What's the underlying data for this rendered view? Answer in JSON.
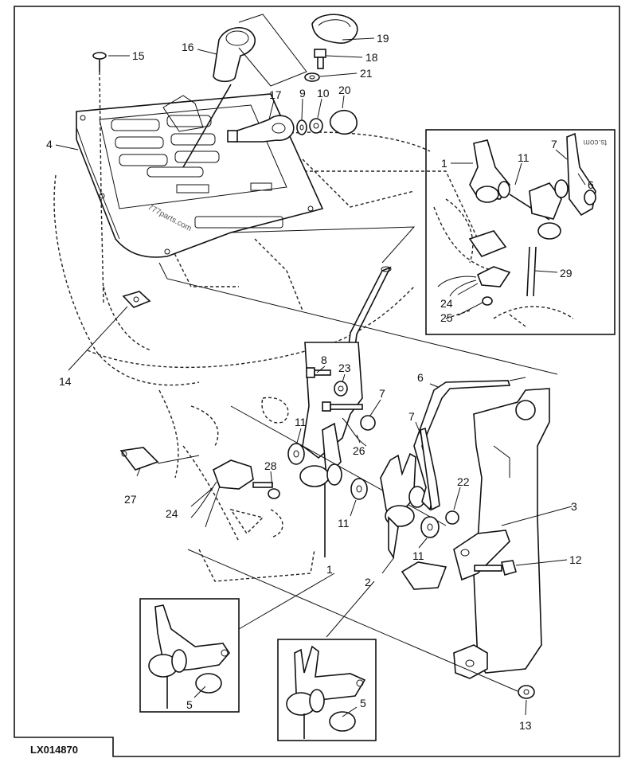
{
  "figure_id": "LX014870",
  "watermarks": [
    "777parts.com",
    "ts.com"
  ],
  "callouts": {
    "c15": "15",
    "c16": "16",
    "c19": "19",
    "c18": "18",
    "c21": "21",
    "c17": "17",
    "c9": "9",
    "c10": "10",
    "c20": "20",
    "c4": "4",
    "c14": "14",
    "i1": "1",
    "i11": "11",
    "i7": "7",
    "i6": "6",
    "i29": "29",
    "i24": "24",
    "i25": "25",
    "c8": "8",
    "c23": "23",
    "c7a": "7",
    "c6": "6",
    "c11a": "11",
    "c26": "26",
    "c7b": "7",
    "c28": "28",
    "c27": "27",
    "c24": "24",
    "c11b": "11",
    "c22": "22",
    "c3": "3",
    "c11c": "11",
    "c12": "12",
    "c1": "1",
    "c2": "2",
    "c13": "13",
    "d1_5": "5",
    "d2_5": "5"
  }
}
